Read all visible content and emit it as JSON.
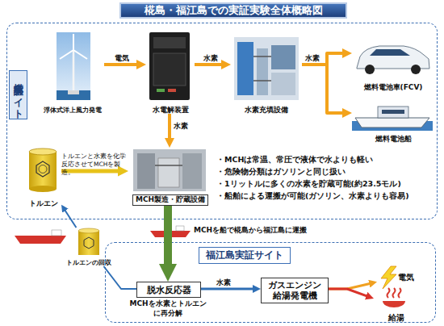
{
  "diagram": {
    "title": "椛島・福江島での実証実験全体概略図",
    "nodes": [
      {
        "text": [
          "椛島実証サイト"
        ]
      },
      {
        "text": [
          "浮体式洋上風力発電"
        ],
        "in": 0
      },
      {
        "text": [
          "水電解装置"
        ],
        "in": 0
      },
      {
        "text": [
          "水素充填設備"
        ],
        "in": 0
      },
      {
        "text": [
          "燃料電池車(FCV)"
        ],
        "in": 0
      },
      {
        "text": [
          "燃料電池船"
        ],
        "in": 0
      },
      {
        "text": [
          "トルエン"
        ],
        "in": 0
      },
      {
        "text": [
          "MCH製造・貯蔵設備"
        ],
        "in": 0
      },
      {
        "text": [
          "トルエンの回収"
        ]
      },
      {
        "text": [
          "福江島実証サイト"
        ]
      },
      {
        "text": [
          "脱水反応器"
        ],
        "in": 9
      },
      {
        "text": [
          "ガスエンジン給湯発電機"
        ],
        "in": 9
      },
      {
        "text": [
          "電気"
        ],
        "in": 9
      },
      {
        "text": [
          "給湯"
        ],
        "in": 9
      }
    ],
    "edges": [
      {
        "from": 1,
        "to": 2,
        "label": "電気",
        "arrow": "to"
      },
      {
        "from": 2,
        "to": 3,
        "label": "水素",
        "arrow": "to"
      },
      {
        "from": 3,
        "to": 4,
        "label": "水素",
        "arrow": "to"
      },
      {
        "from": 3,
        "to": 5,
        "arrow": "to"
      },
      {
        "from": 2,
        "to": 7,
        "label": "水素",
        "arrow": "to"
      },
      {
        "from": 6,
        "to": 7,
        "arrow": "to"
      },
      {
        "from": 7,
        "to": 10,
        "label": "MCHを船で椛島から福江島に運搬",
        "arrow": "to"
      },
      {
        "from": 10,
        "to": 8,
        "arrow": "none"
      },
      {
        "from": 8,
        "to": 6,
        "arrow": "to"
      },
      {
        "from": 10,
        "to": 11,
        "label": "水素",
        "arrow": "to"
      },
      {
        "from": 11,
        "to": 12,
        "arrow": "to"
      },
      {
        "from": 11,
        "to": 13,
        "arrow": "to"
      }
    ],
    "labels": [
      "トルエンと水素を化学反応させてMCHを製造。",
      "・MCHは常温、常圧で液体で水よりも軽い",
      "・危険物分類はガソリンと同じ扱い",
      "・1リットルに多くの水素を貯蔵可能(約23.5モル)",
      "・船舶による運搬が可能(ガソリン、水素よりも容易)",
      "MCHを水素とトルエンに再分解"
    ]
  }
}
